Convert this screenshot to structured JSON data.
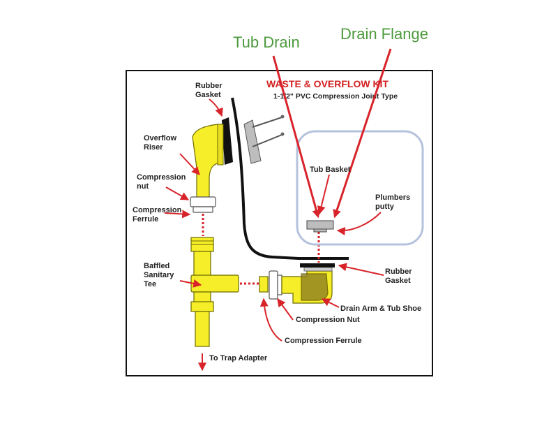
{
  "callouts": {
    "tub_drain": "Tub Drain",
    "drain_flange": "Drain Flange"
  },
  "diagram": {
    "title": "WASTE & OVERFLOW KIT",
    "subtitle": "1-1/2\" PVC Compression Joint Type",
    "labels": {
      "rubber_gasket_top_1": "Rubber",
      "rubber_gasket_top_2": "Gasket",
      "overflow_riser_1": "Overflow",
      "overflow_riser_2": "Riser",
      "compression_nut_1": "Compression",
      "compression_nut_2": "nut",
      "compression_ferrule_1": "Compression",
      "compression_ferrule_2": "Ferrule",
      "baffled_tee_1": "Baffled",
      "baffled_tee_2": "Sanitary",
      "baffled_tee_3": "Tee",
      "tub_basket": "Tub Basket",
      "plumbers_putty_1": "Plumbers",
      "plumbers_putty_2": "putty",
      "rubber_gasket_right_1": "Rubber",
      "rubber_gasket_right_2": "Gasket",
      "drain_arm": "Drain Arm & Tub Shoe",
      "compression_nut_lower": "Compression Nut",
      "compression_ferrule_lower": "Compression Ferrule",
      "to_trap": "To Trap Adapter"
    }
  }
}
